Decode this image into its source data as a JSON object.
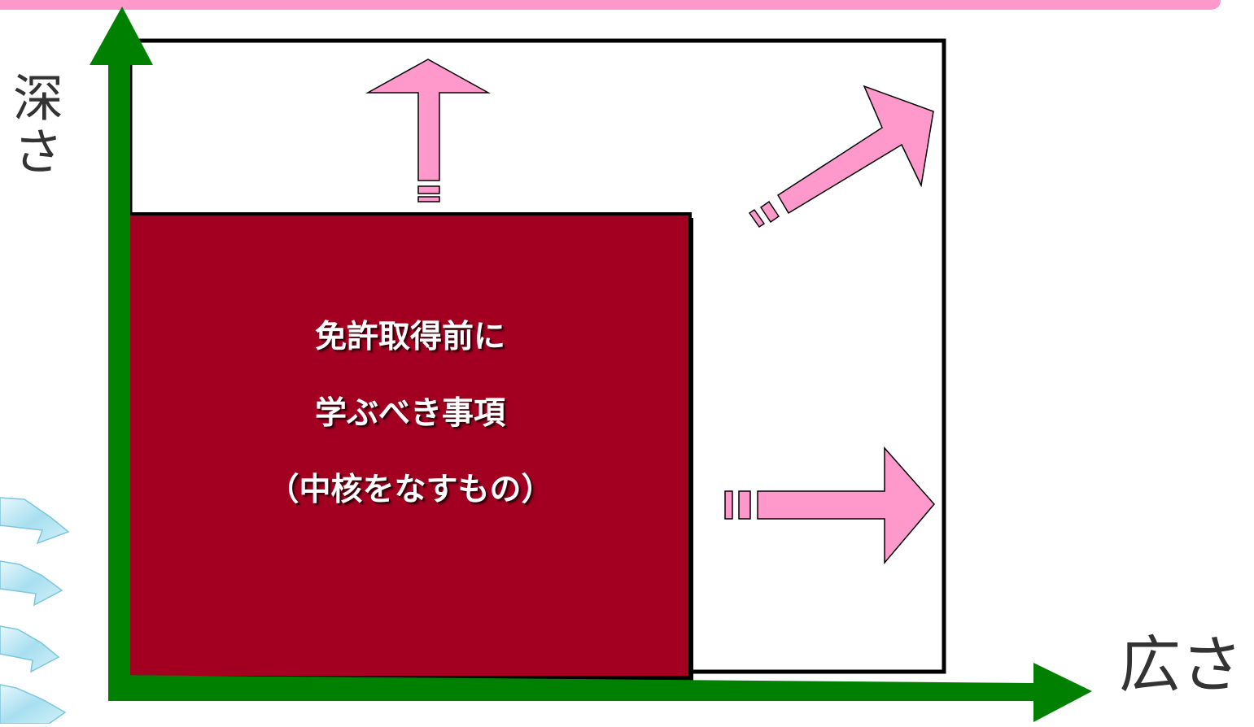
{
  "diagram": {
    "axes": {
      "y_label": "深さ",
      "x_label": "広さ"
    },
    "core_box": {
      "lines": [
        "免許取得前に",
        "学ぶべき事項",
        "（中核をなすもの）"
      ]
    },
    "expansion_arrows": [
      "up",
      "diagonal-up-right",
      "right"
    ],
    "colors": {
      "axis": "#008000",
      "core_fill": "#a30021",
      "arrow_fill": "#ff99cc",
      "outline": "#000000",
      "header_bar": "#ff99cc",
      "decor_arrows": "#a8dff0"
    }
  }
}
